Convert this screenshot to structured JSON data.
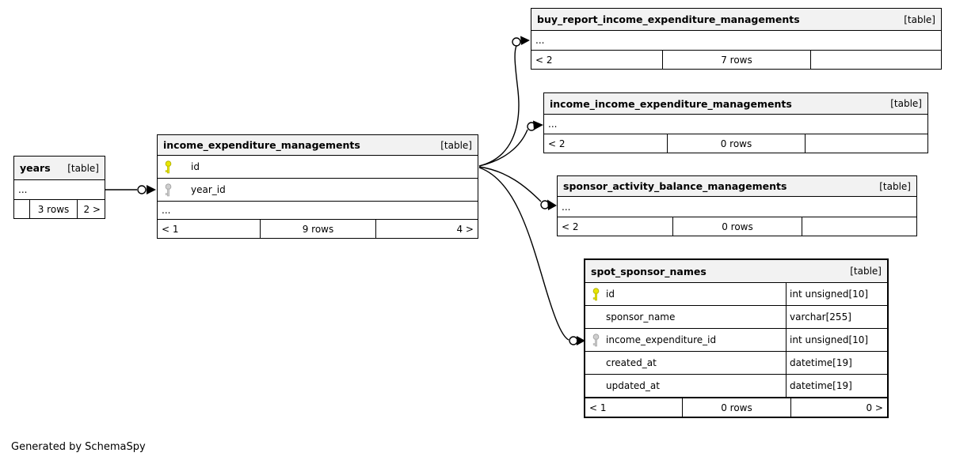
{
  "page": {
    "footer_note": "Generated by SchemaSpy"
  },
  "colors": {
    "primary_key": "#e8e600",
    "primary_key_stroke": "#a8a800",
    "foreign_key": "#cfcfcf",
    "foreign_key_stroke": "#9a9a9a",
    "header_bg": "#f2f2f2",
    "border": "#000000",
    "line": "#000000"
  },
  "tables": {
    "years": {
      "name": "years",
      "type_label": "[table]",
      "ellipsis": "...",
      "footer": {
        "left": "",
        "center": "3 rows",
        "right": "2 >"
      }
    },
    "income_expenditure_managements": {
      "name": "income_expenditure_managements",
      "type_label": "[table]",
      "columns": [
        {
          "name": "id",
          "key": "primary"
        },
        {
          "name": "year_id",
          "key": "foreign"
        }
      ],
      "ellipsis": "...",
      "footer": {
        "left": "< 1",
        "center": "9 rows",
        "right": "4 >"
      }
    },
    "buy_report_income_expenditure_managements": {
      "name": "buy_report_income_expenditure_managements",
      "type_label": "[table]",
      "ellipsis": "...",
      "footer": {
        "left": "< 2",
        "center": "7 rows",
        "right": ""
      }
    },
    "income_income_expenditure_managements": {
      "name": "income_income_expenditure_managements",
      "type_label": "[table]",
      "ellipsis": "...",
      "footer": {
        "left": "< 2",
        "center": "0 rows",
        "right": ""
      }
    },
    "sponsor_activity_balance_managements": {
      "name": "sponsor_activity_balance_managements",
      "type_label": "[table]",
      "ellipsis": "...",
      "footer": {
        "left": "< 2",
        "center": "0 rows",
        "right": ""
      }
    },
    "spot_sponsor_names": {
      "name": "spot_sponsor_names",
      "type_label": "[table]",
      "columns": [
        {
          "name": "id",
          "type": "int unsigned[10]",
          "key": "primary"
        },
        {
          "name": "sponsor_name",
          "type": "varchar[255]",
          "key": ""
        },
        {
          "name": "income_expenditure_id",
          "type": "int unsigned[10]",
          "key": "foreign"
        },
        {
          "name": "created_at",
          "type": "datetime[19]",
          "key": ""
        },
        {
          "name": "updated_at",
          "type": "datetime[19]",
          "key": ""
        }
      ],
      "footer": {
        "left": "< 1",
        "center": "0 rows",
        "right": "0 >"
      }
    }
  }
}
